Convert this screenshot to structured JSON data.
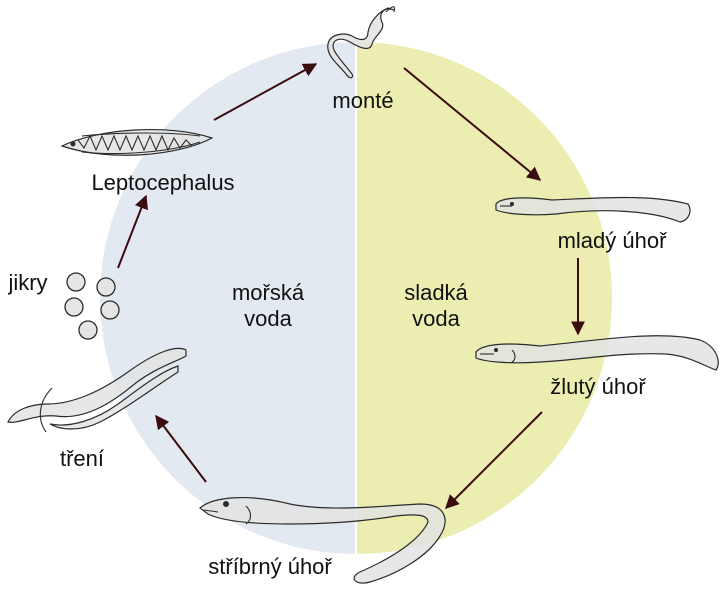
{
  "regions": {
    "sea": {
      "label_line1": "mořská",
      "label_line2": "voda",
      "color": "#e3e9f1"
    },
    "fresh": {
      "label_line1": "sladká",
      "label_line2": "voda",
      "color": "#ecedb0"
    }
  },
  "stages": {
    "leptocephalus": "Leptocephalus",
    "monte": "monté",
    "young_eel": "mladý úhoř",
    "yellow_eel": "žlutý úhoř",
    "silver_eel": "stříbrný úhoř",
    "spawning": "tření",
    "eggs": "jikry"
  },
  "arrow_color": "#3a0c10"
}
